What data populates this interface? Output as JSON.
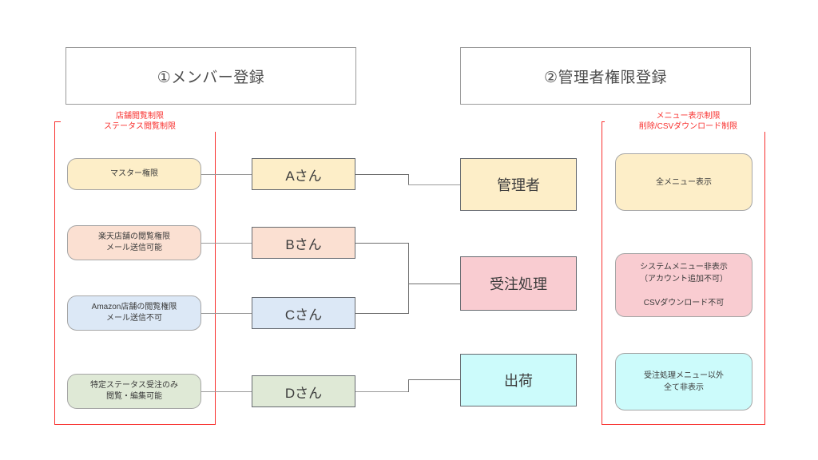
{
  "colors": {
    "red_annotation": "#f8312f",
    "line": "#6f6f6f",
    "border_gray": "#9a9a9a",
    "border_dark": "#666a70",
    "cream": "#fdeec8",
    "peach": "#fbe0d2",
    "blue": "#dce8f6",
    "green": "#dfe9d6",
    "pink": "#f9ccd1",
    "cyan": "#ccfbfb",
    "text": "#3b3b3b"
  },
  "sections": {
    "left": {
      "title": "①メンバー登録",
      "annotation": "店舗閲覧制限\nステータス閲覧制限"
    },
    "right": {
      "title": "②管理者権限登録",
      "annotation": "メニュー表示制限\n削除/CSVダウンロード制限"
    }
  },
  "permissions": [
    {
      "id": "master",
      "label": "マスター権限",
      "fill": "#fdeec8"
    },
    {
      "id": "rakuten",
      "label": "楽天店舗の閲覧権限\nメール送信可能",
      "fill": "#fbe0d2"
    },
    {
      "id": "amazon",
      "label": "Amazon店舗の閲覧権限\nメール送信不可",
      "fill": "#dce8f6"
    },
    {
      "id": "status",
      "label": "特定ステータス受注のみ\n閲覧・編集可能",
      "fill": "#dfe9d6"
    }
  ],
  "members": [
    {
      "id": "a",
      "label": "Aさん",
      "fill": "#fdeec8"
    },
    {
      "id": "b",
      "label": "Bさん",
      "fill": "#fbe0d2"
    },
    {
      "id": "c",
      "label": "Cさん",
      "fill": "#dce8f6"
    },
    {
      "id": "d",
      "label": "Dさん",
      "fill": "#dfe9d6"
    }
  ],
  "roles": [
    {
      "id": "admin",
      "label": "管理者",
      "fill": "#fdeec8"
    },
    {
      "id": "order",
      "label": "受注処理",
      "fill": "#f9ccd1"
    },
    {
      "id": "shipping",
      "label": "出荷",
      "fill": "#ccfbfb"
    }
  ],
  "menus": [
    {
      "id": "all-menu",
      "label": "全メニュー表示",
      "fill": "#fdeec8"
    },
    {
      "id": "system-menu",
      "label": "システムメニュー非表示\n（アカウント追加不可）\n\nCSVダウンロード不可",
      "fill": "#f9ccd1"
    },
    {
      "id": "order-only",
      "label": "受注処理メニュー以外\n全て非表示",
      "fill": "#ccfbfb"
    }
  ]
}
